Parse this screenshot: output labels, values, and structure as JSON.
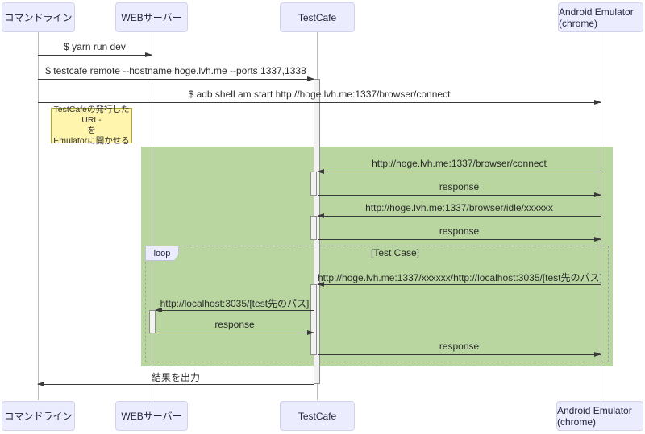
{
  "diagram": {
    "type": "sequence-diagram",
    "participants": [
      {
        "id": "cmdline",
        "label": "コマンドライン"
      },
      {
        "id": "webserver",
        "label": "WEBサーバー"
      },
      {
        "id": "testcafe",
        "label": "TestCafe"
      },
      {
        "id": "emulator",
        "label": "Android Emulator (chrome)"
      }
    ],
    "messages": [
      {
        "from": "コマンドライン",
        "to": "WEBサーバー",
        "label": "$ yarn run dev"
      },
      {
        "from": "コマンドライン",
        "to": "TestCafe",
        "label": "$ testcafe remote --hostname hoge.lvh.me --ports 1337,1338"
      },
      {
        "from": "コマンドライン",
        "to": "Android Emulator (chrome)",
        "label": "$ adb shell am start http://hoge.lvh.me:1337/browser/connect"
      },
      {
        "from": "Android Emulator (chrome)",
        "to": "TestCafe",
        "label": "http://hoge.lvh.me:1337/browser/connect"
      },
      {
        "from": "TestCafe",
        "to": "Android Emulator (chrome)",
        "label": "response"
      },
      {
        "from": "Android Emulator (chrome)",
        "to": "TestCafe",
        "label": "http://hoge.lvh.me:1337/browser/idle/xxxxxx"
      },
      {
        "from": "TestCafe",
        "to": "Android Emulator (chrome)",
        "label": "response"
      },
      {
        "from": "Android Emulator (chrome)",
        "to": "TestCafe",
        "label": "http://hoge.lvh.me:1337/xxxxxx/http://localhost:3035/[test先のパス]"
      },
      {
        "from": "TestCafe",
        "to": "WEBサーバー",
        "label": "http://localhost:3035/[test先のパス]"
      },
      {
        "from": "WEBサーバー",
        "to": "TestCafe",
        "label": "response"
      },
      {
        "from": "TestCafe",
        "to": "Android Emulator (chrome)",
        "label": "response"
      },
      {
        "from": "TestCafe",
        "to": "コマンドライン",
        "label": "結果を出力"
      }
    ],
    "note": {
      "lines": [
        "TestCafeの発行したURL-",
        "を",
        "Emulatorに開かせる"
      ]
    },
    "loop": {
      "label": "loop",
      "condition": "[Test Case]"
    },
    "colors": {
      "actor_fill": "#ECECFF",
      "actor_border": "#d2d2ec",
      "note_fill": "#fff5ad",
      "note_border": "#aaaa33",
      "highlight_fill": "#b9d6a1",
      "line": "#3a3a3a"
    }
  }
}
